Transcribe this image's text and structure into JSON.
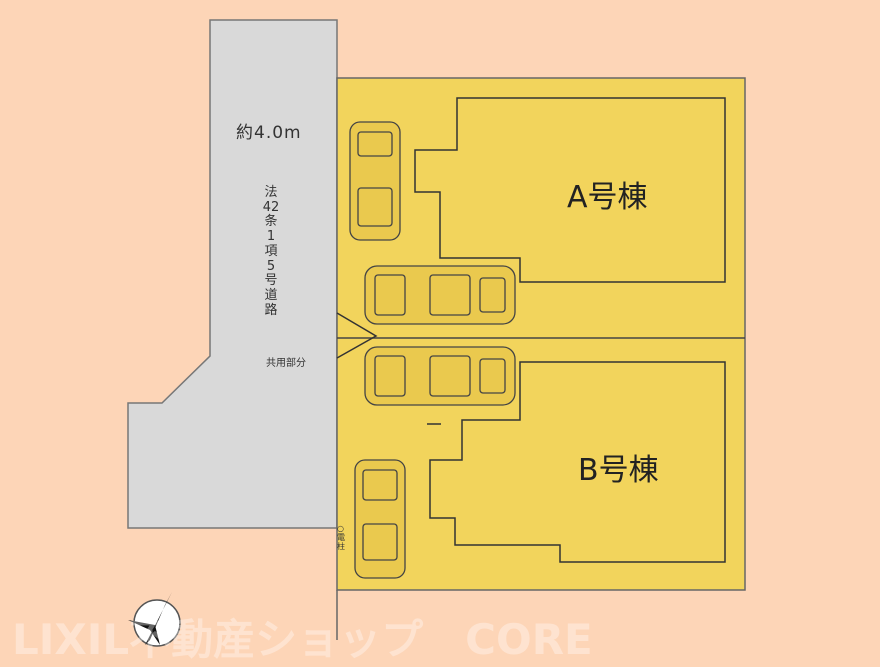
{
  "road": {
    "width_label": "約4.0m",
    "type_label": "法42条1項5号道路",
    "shared_label": "共用部分"
  },
  "buildings": [
    {
      "label": "A号棟"
    },
    {
      "label": "B号棟"
    }
  ],
  "pole_label": "○電柱",
  "watermark": "LIXIL不動産ショップ　CORE",
  "colors": {
    "background": "#FDD5B7",
    "road": "#D9D9D9",
    "site": "#F2D45C",
    "line": "#333333"
  }
}
